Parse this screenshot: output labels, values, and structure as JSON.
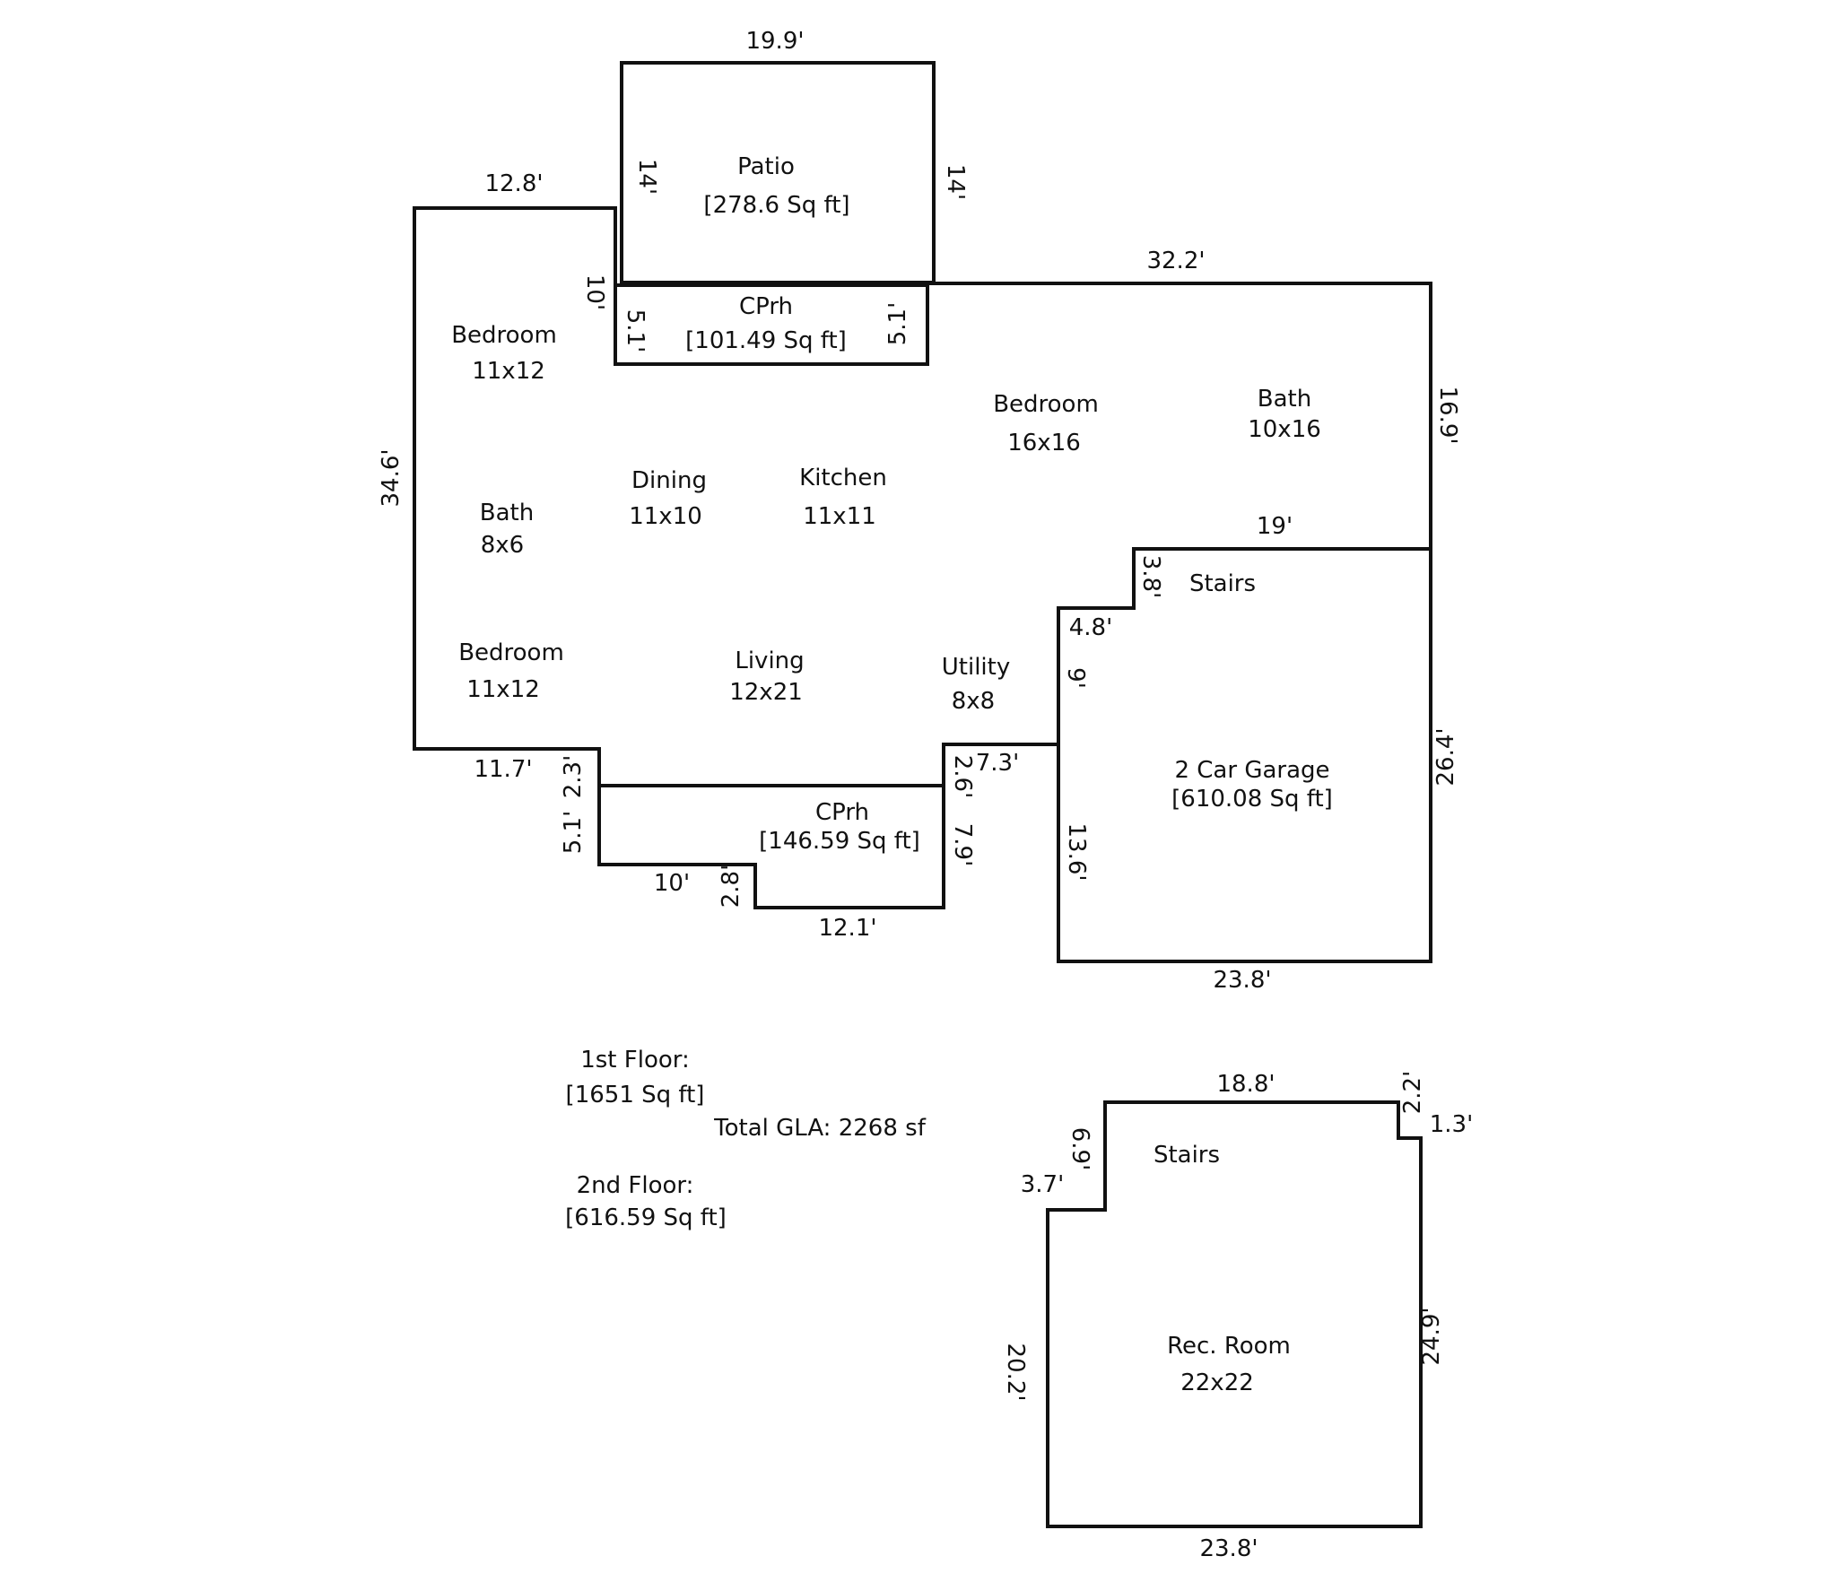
{
  "first_floor": {
    "patio": {
      "name": "Patio",
      "area": "[278.6 Sq ft]"
    },
    "cprh_top": {
      "name": "CPrh",
      "area": "[101.49 Sq ft]"
    },
    "cprh_bottom": {
      "name": "CPrh",
      "area": "[146.59 Sq ft]"
    },
    "garage": {
      "name": "2 Car Garage",
      "area": "[610.08 Sq ft]"
    },
    "rooms": {
      "bedroom_nw": {
        "name": "Bedroom",
        "size": "11x12"
      },
      "bath_w": {
        "name": "Bath",
        "size": "8x6"
      },
      "bedroom_sw": {
        "name": "Bedroom",
        "size": "11x12"
      },
      "dining": {
        "name": "Dining",
        "size": "11x10"
      },
      "kitchen": {
        "name": "Kitchen",
        "size": "11x11"
      },
      "living": {
        "name": "Living",
        "size": "12x21"
      },
      "bedroom_e": {
        "name": "Bedroom",
        "size": "16x16"
      },
      "bath_e": {
        "name": "Bath",
        "size": "10x16"
      },
      "utility": {
        "name": "Utility",
        "size": "8x8"
      },
      "stairs": {
        "name": "Stairs"
      }
    },
    "dims": {
      "patio_top": "19.9'",
      "patio_left": "14'",
      "patio_right": "14'",
      "house_top_left": "12.8'",
      "notch_10": "10'",
      "cprh_left": "5.1'",
      "cprh_right": "5.1'",
      "house_top_right": "32.2'",
      "house_left": "34.6'",
      "bath_right_side": "16.9'",
      "garage_top": "19'",
      "stairs_step": "3.8'",
      "garage_step": "4.8'",
      "garage_9": "9'",
      "garage_right": "26.4'",
      "util_bottom": "7.3'",
      "garage_left_low": "13.6'",
      "garage_bottom": "23.8'",
      "bottom_left": "11.7'",
      "step_2_3": "2.3'",
      "porch_left": "5.1'",
      "porch_bottom_left": "10'",
      "porch_step": "2.8'",
      "porch_bottom": "12.1'",
      "porch_right_2_6": "2.6'",
      "porch_right_7_9": "7.9'"
    }
  },
  "summary": {
    "first_floor_label": "1st Floor:",
    "first_floor_area": "[1651 Sq ft]",
    "total_gla": "Total GLA: 2268 sf",
    "second_floor_label": "2nd Floor:",
    "second_floor_area": "[616.59 Sq ft]"
  },
  "second_floor": {
    "rec_room": {
      "name": "Rec. Room",
      "size": "22x22"
    },
    "stairs": {
      "name": "Stairs"
    },
    "dims": {
      "top": "18.8'",
      "notch_2_2": "2.2'",
      "notch_1_3": "1.3'",
      "stairs_side": "6.9'",
      "step_3_7": "3.7'",
      "left": "20.2'",
      "right": "24.9'",
      "bottom": "23.8'"
    }
  }
}
